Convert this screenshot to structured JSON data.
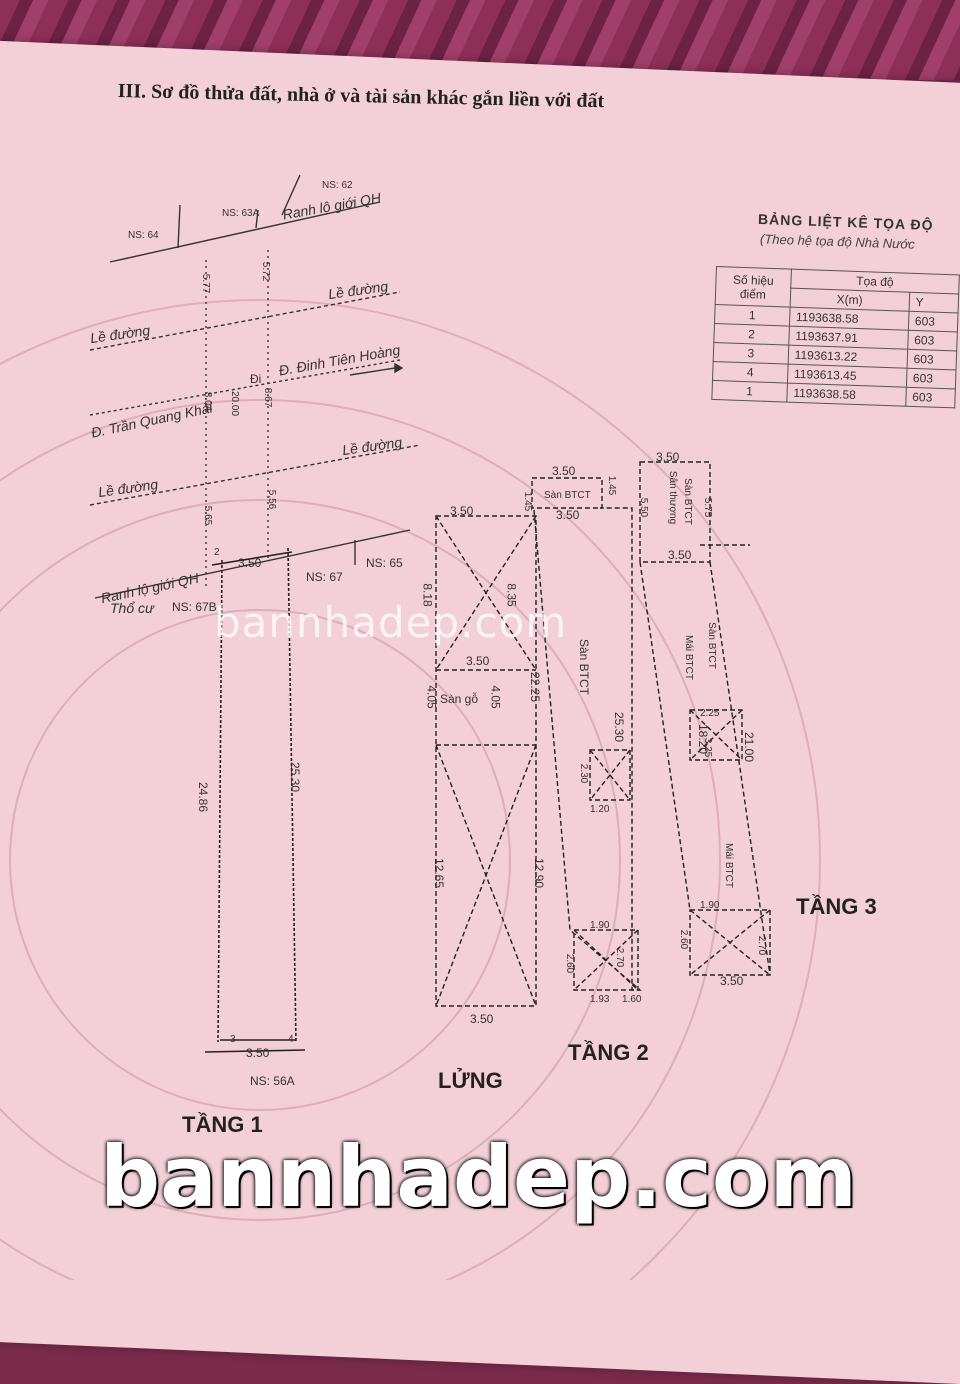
{
  "title": "III. Sơ đồ thửa đất, nhà ở và tài sản khác gắn liền với đất",
  "coord_table": {
    "title": "BẢNG LIỆT KÊ TỌA ĐỘ",
    "subtitle": "(Theo hệ tọa độ Nhà Nước",
    "col_point": "Số hiệu điểm",
    "col_coord": "Tọa độ",
    "col_x": "X(m)",
    "col_y": "Y",
    "rows": [
      {
        "point": "1",
        "x": "1193638.58",
        "y": "603"
      },
      {
        "point": "2",
        "x": "1193637.91",
        "y": "603"
      },
      {
        "point": "3",
        "x": "1193613.22",
        "y": "603"
      },
      {
        "point": "4",
        "x": "1193613.45",
        "y": "603"
      },
      {
        "point": "1",
        "x": "1193638.58",
        "y": "603"
      }
    ]
  },
  "site": {
    "ns64": "NS: 64",
    "ns63a": "NS: 63A",
    "ns62": "NS: 62",
    "ranh_top": "Ranh lộ giới QH",
    "le_duong_1": "Lề đường",
    "le_duong_2": "Lề đường",
    "dinh_tien_hoang": "Đ. Đinh Tiên Hoàng",
    "di": "Đi",
    "tran_quang_khai": "Đ. Trần Quang Khải",
    "le_duong_3": "Lề đường",
    "le_duong_4": "Lề đường",
    "ranh_bottom": "Ranh lộ giới QH",
    "tho_cu": "Thổ cư",
    "ns67b": "NS: 67B",
    "ns67": "NS: 67",
    "ns65": "NS: 65",
    "ns56a": "NS: 56A",
    "d577": "5.77",
    "d572": "5.72",
    "d804": "8.04",
    "d2000": "20.00",
    "d867": "8.67",
    "d565": "5.65",
    "d556": "5.56"
  },
  "floor1": {
    "label": "TẦNG 1",
    "w_top": "3.50",
    "w_bot": "3.50",
    "left": "24.86",
    "right": "25.30",
    "p3": "3",
    "p4": "4",
    "p2": "2"
  },
  "lung": {
    "label": "LỬNG",
    "w_top": "3.50",
    "w_mid": "3.50",
    "w_bot": "3.50",
    "l1": "8.18",
    "r1": "8.35",
    "l2": "4.05",
    "r2": "4.05",
    "l3": "12.65",
    "r3": "12.90",
    "san_go": "Sàn gỗ"
  },
  "floor2": {
    "label": "TẦNG 2",
    "w_top": "3.50",
    "w_in": "3.50",
    "d145": "1.45",
    "d145b": "1.45",
    "san_btct_top": "Sàn BTCT",
    "san_btct": "Sàn BTCT",
    "left": "22.25",
    "right": "25.30",
    "d230": "2.30",
    "d120": "1.20",
    "d190": "1.90",
    "d260": "2.60",
    "d270": "2.70",
    "d193": "1.93",
    "d160": "1.60"
  },
  "floor3": {
    "label": "TẦNG 3",
    "w_top": "3.50",
    "w_in": "3.50",
    "w_bot": "3.50",
    "d550": "5.50",
    "d575": "5.75",
    "san_thuong": "Sân thượng",
    "san_btct": "Sàn BTCT",
    "san_btct2": "Sàn BTCT",
    "mai_btct": "Mái BTCT",
    "mai_btct2": "Mái BTCT",
    "d1820": "18.20",
    "d2100": "21.00",
    "d225": "2.25",
    "d325": "3.25",
    "d190": "1.90",
    "d260": "2.60",
    "d270": "2.70"
  },
  "watermark_mid": "bannhadep.com",
  "watermark_big": "bannhadep.com"
}
